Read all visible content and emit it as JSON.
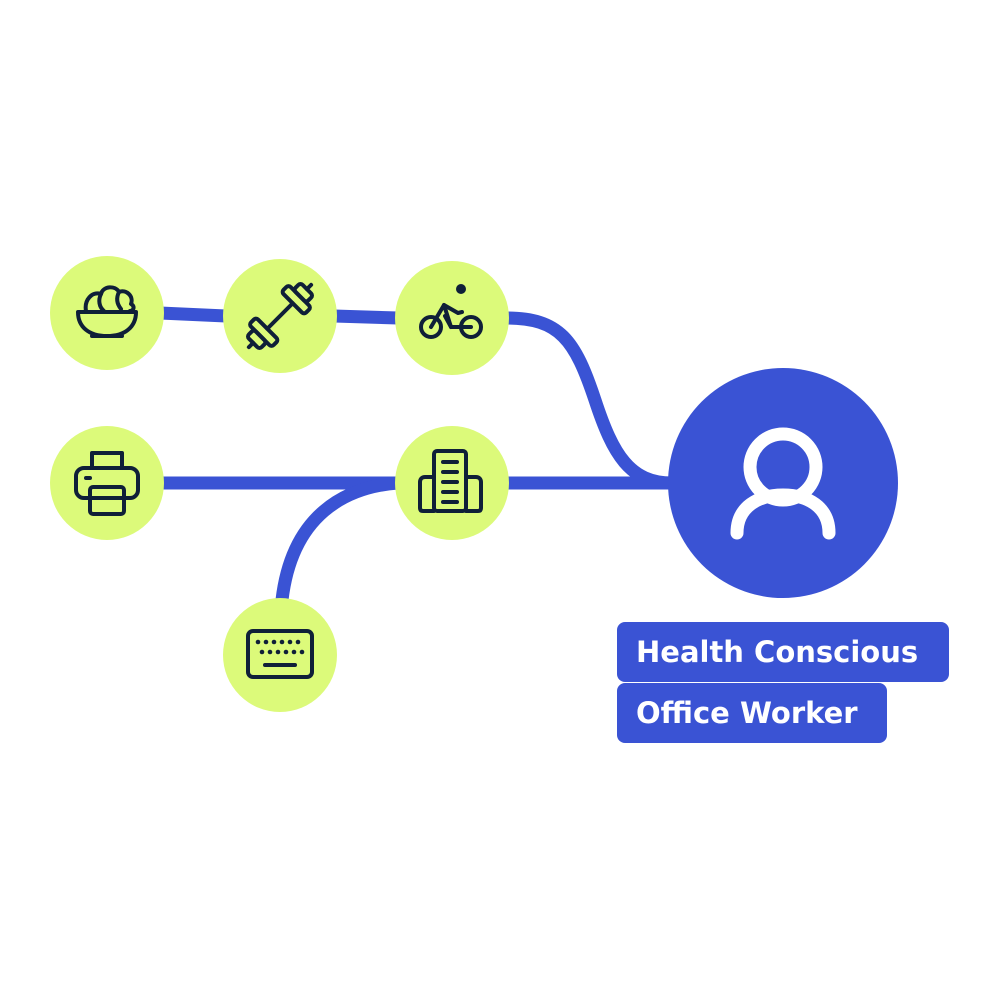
{
  "colors": {
    "connector": "#3a53d4",
    "node_fill": "#dcfa7a",
    "icon_stroke": "#0f1f38",
    "persona_fill": "#3a53d4",
    "persona_icon": "#ffffff",
    "label_bg": "#3a53d4",
    "label_text": "#ffffff"
  },
  "nodes": [
    {
      "id": "salad",
      "icon": "salad-bowl-icon"
    },
    {
      "id": "dumbbell",
      "icon": "dumbbell-icon"
    },
    {
      "id": "bicycle",
      "icon": "cyclist-icon"
    },
    {
      "id": "printer",
      "icon": "printer-icon"
    },
    {
      "id": "office",
      "icon": "office-building-icon"
    },
    {
      "id": "keyboard",
      "icon": "keyboard-icon"
    }
  ],
  "persona": {
    "icon": "user-icon",
    "label_lines": [
      "Health Conscious",
      "Office Worker"
    ]
  }
}
